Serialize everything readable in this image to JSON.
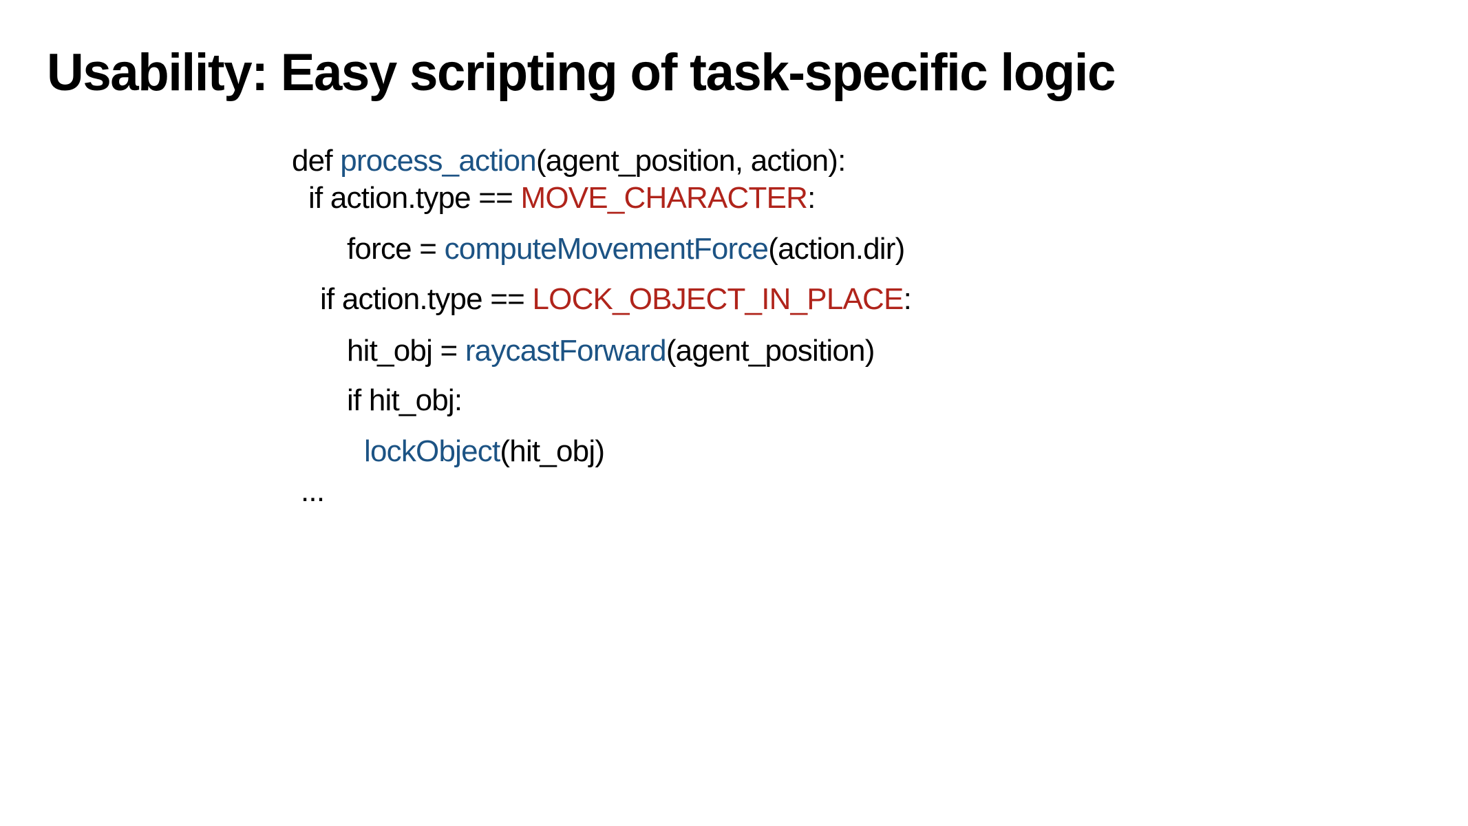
{
  "slide": {
    "title": "Usability: Easy scripting of task-specific logic",
    "colors": {
      "function": "#1c5384",
      "constant": "#b0241b",
      "text": "#000000",
      "background": "#ffffff"
    },
    "code": [
      {
        "segments": [
          {
            "text": "def ",
            "kind": "plain"
          },
          {
            "text": "process_action",
            "kind": "fn"
          },
          {
            "text": "(agent_position, action):",
            "kind": "plain"
          }
        ]
      },
      {
        "segments": [
          {
            "text": "if action.type == ",
            "kind": "plain"
          },
          {
            "text": "MOVE_CHARACTER",
            "kind": "const"
          },
          {
            "text": ":",
            "kind": "plain"
          }
        ]
      },
      {
        "segments": [
          {
            "text": "force = ",
            "kind": "plain"
          },
          {
            "text": "computeMovementForce",
            "kind": "fn"
          },
          {
            "text": "(action.dir)",
            "kind": "plain"
          }
        ]
      },
      {
        "segments": [
          {
            "text": "if action.type == ",
            "kind": "plain"
          },
          {
            "text": "LOCK_OBJECT_IN_PLACE",
            "kind": "const"
          },
          {
            "text": ":",
            "kind": "plain"
          }
        ]
      },
      {
        "segments": [
          {
            "text": "hit_obj = ",
            "kind": "plain"
          },
          {
            "text": "raycastForward",
            "kind": "fn"
          },
          {
            "text": "(agent_position)",
            "kind": "plain"
          }
        ]
      },
      {
        "segments": [
          {
            "text": "if hit_obj:",
            "kind": "plain"
          }
        ]
      },
      {
        "segments": [
          {
            "text": "lockObject",
            "kind": "fn"
          },
          {
            "text": "(hit_obj)",
            "kind": "plain"
          }
        ]
      },
      {
        "segments": [
          {
            "text": "...",
            "kind": "plain"
          }
        ]
      }
    ]
  }
}
